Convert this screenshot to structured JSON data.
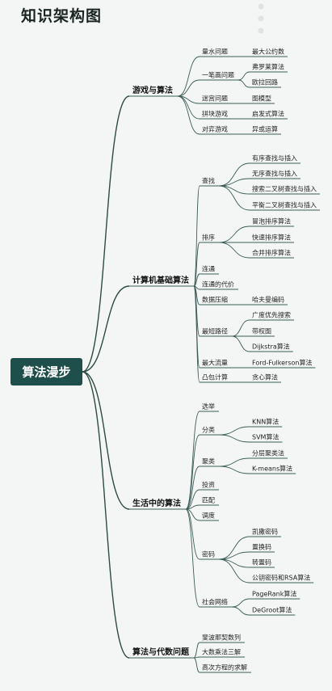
{
  "title": "知识架构图",
  "icons": {
    "more": "more-dots-icon"
  },
  "colors": {
    "root_fill": "#1f4f4a",
    "edge": "#3c5d57",
    "background": "#f4f6f5"
  },
  "mindmap": {
    "root": "算法漫步",
    "branches": [
      {
        "label": "游戏与算法",
        "children": [
          {
            "label": "量水问题",
            "children": [
              {
                "label": "最大公约数"
              }
            ]
          },
          {
            "label": "一笔画问题",
            "children": [
              {
                "label": "弗罗莱算法"
              },
              {
                "label": "欧拉回路"
              }
            ]
          },
          {
            "label": "迷宫问题",
            "children": [
              {
                "label": "图模型"
              }
            ]
          },
          {
            "label": "拼块游戏",
            "children": [
              {
                "label": "启发式算法"
              }
            ]
          },
          {
            "label": "对弈游戏",
            "children": [
              {
                "label": "异或运算"
              }
            ]
          }
        ]
      },
      {
        "label": "计算机基础算法",
        "children": [
          {
            "label": "查找",
            "children": [
              {
                "label": "有序查找与插入"
              },
              {
                "label": "无序查找与插入"
              },
              {
                "label": "搜索二叉树查找与插入"
              },
              {
                "label": "平衡二叉树查找与插入"
              }
            ]
          },
          {
            "label": "排序",
            "children": [
              {
                "label": "冒泡排序算法"
              },
              {
                "label": "快速排序算法"
              },
              {
                "label": "合并排序算法"
              }
            ]
          },
          {
            "label": "连通",
            "children": []
          },
          {
            "label": "连通的代价",
            "children": []
          },
          {
            "label": "数据压缩",
            "children": [
              {
                "label": "哈夫曼编码"
              }
            ]
          },
          {
            "label": "最短路径",
            "children": [
              {
                "label": "广度优先搜索"
              },
              {
                "label": "带权图"
              },
              {
                "label": "Dijkstra算法"
              }
            ]
          },
          {
            "label": "最大流量",
            "children": [
              {
                "label": "Ford-Fulkerson算法"
              }
            ]
          },
          {
            "label": "凸包计算",
            "children": [
              {
                "label": "贪心算法"
              }
            ]
          }
        ]
      },
      {
        "label": "生活中的算法",
        "children": [
          {
            "label": "选举",
            "children": []
          },
          {
            "label": "分类",
            "children": [
              {
                "label": "KNN算法"
              },
              {
                "label": "SVM算法"
              }
            ]
          },
          {
            "label": "聚类",
            "children": [
              {
                "label": "分层聚类法"
              },
              {
                "label": "K-means算法"
              }
            ]
          },
          {
            "label": "投资",
            "children": []
          },
          {
            "label": "匹配",
            "children": []
          },
          {
            "label": "调度",
            "children": []
          },
          {
            "label": "密码",
            "children": [
              {
                "label": "凯撒密码"
              },
              {
                "label": "置换码"
              },
              {
                "label": "转置码"
              },
              {
                "label": "公钥密码和RSA算法"
              }
            ]
          },
          {
            "label": "社会网络",
            "children": [
              {
                "label": "PageRank算法"
              },
              {
                "label": "DeGroot算法"
              }
            ]
          }
        ]
      },
      {
        "label": "算法与代数问题",
        "children": [
          {
            "label": "斐波那契数列",
            "children": []
          },
          {
            "label": "大数乘法三解",
            "children": []
          },
          {
            "label": "高次方程的求解",
            "children": []
          }
        ]
      }
    ]
  }
}
